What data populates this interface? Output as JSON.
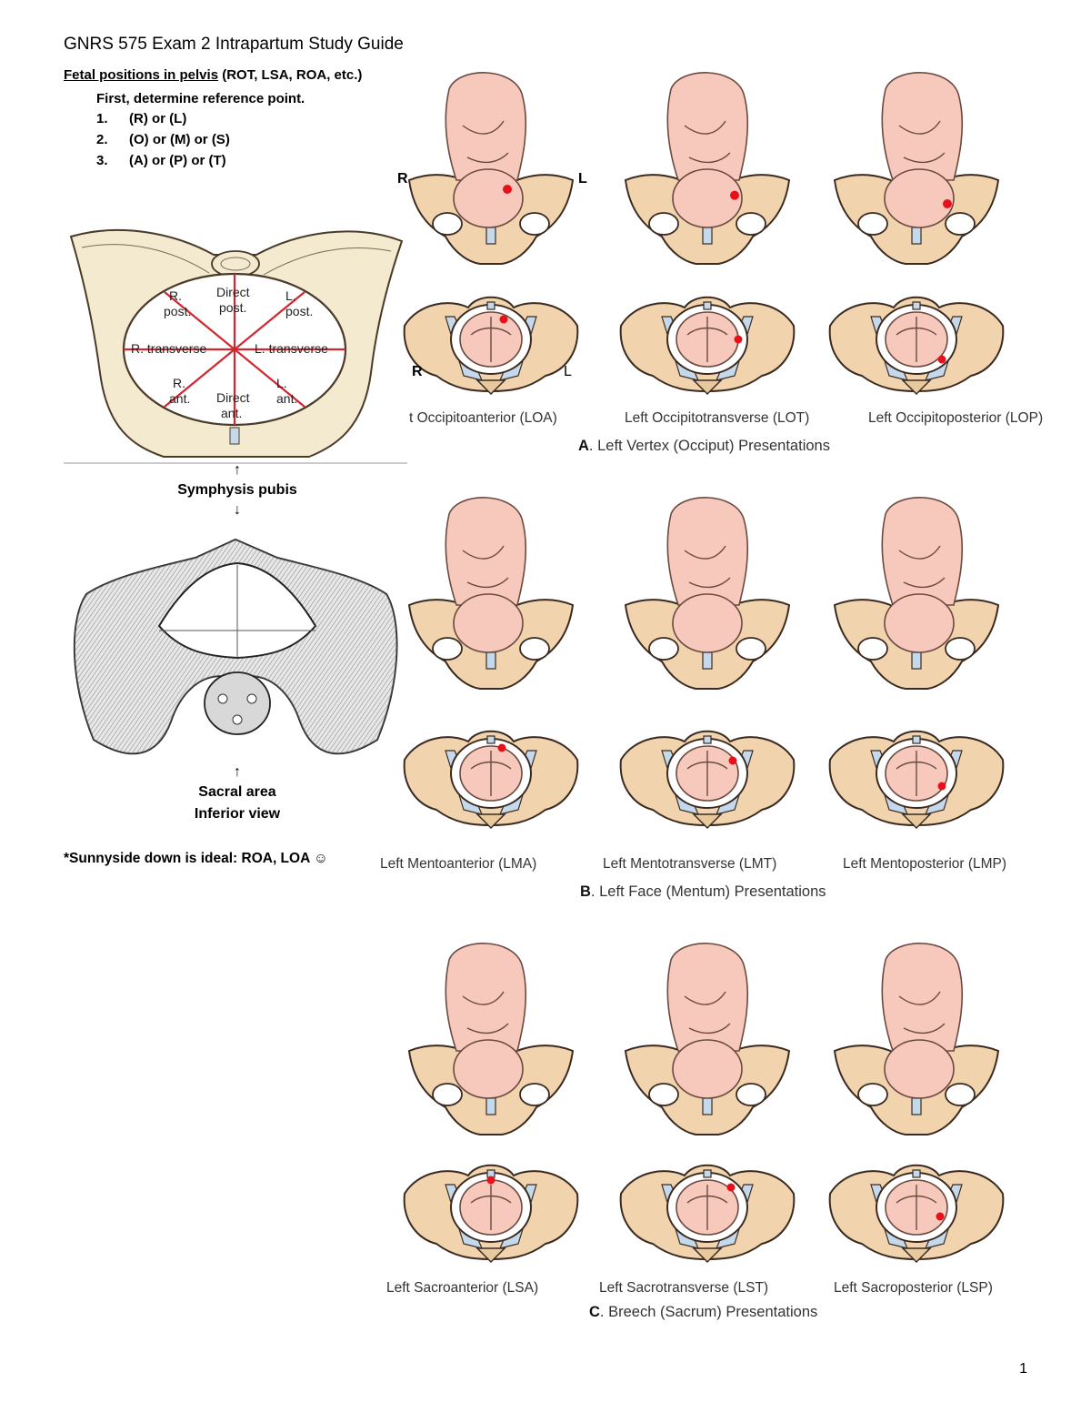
{
  "header": {
    "title": "GNRS 575 Exam 2 Intrapartum Study Guide"
  },
  "intro": {
    "heading_underlined": "Fetal positions in pelvis",
    "heading_rest": " (ROT, LSA, ROA, etc.)",
    "step": "First, determine reference point.",
    "items": [
      {
        "num": "1.",
        "text": "(R) or (L)"
      },
      {
        "num": "2.",
        "text": "(O) or (M) or (S)"
      },
      {
        "num": "3.",
        "text": "(A) or (P) or (T)"
      }
    ]
  },
  "pelvis_diagram": {
    "labels": {
      "r_post": [
        "R.",
        "post."
      ],
      "direct_post": [
        "Direct",
        "post."
      ],
      "l_post": [
        "L.",
        "post."
      ],
      "r_transverse": "R. transverse",
      "l_transverse": "L. transverse",
      "r_ant": [
        "R.",
        "ant."
      ],
      "direct_ant": [
        "Direct",
        "ant."
      ],
      "l_ant": [
        "L.",
        "ant."
      ]
    },
    "up_arrow": "↑",
    "symphysis_label": "Symphysis pubis",
    "down_arrow": "↓"
  },
  "inferior_view": {
    "up_arrow": "↑",
    "sacral_label": "Sacral area",
    "inferior_label": "Inferior view"
  },
  "note": "*Sunnyside down is ideal: ROA, LOA ☺",
  "side_labels": {
    "r_top": "R",
    "l_top": "L",
    "r_bottom": "R",
    "l_bottom": "L"
  },
  "sections": [
    {
      "title_letter": "A",
      "title_rest": ". Left Vertex (Occiput) Presentations",
      "positions": [
        "t Occipitoanterior (LOA)",
        "Left Occipitotransverse (LOT)",
        "Left Occipitoposterior (LOP)"
      ]
    },
    {
      "title_letter": "B",
      "title_rest": ". Left Face (Mentum) Presentations",
      "positions": [
        "Left Mentoanterior (LMA)",
        "Left Mentotransverse (LMT)",
        "Left Mentoposterior (LMP)"
      ]
    },
    {
      "title_letter": "C",
      "title_rest": ". Breech (Sacrum) Presentations",
      "positions": [
        "Left Sacroanterior (LSA)",
        "Left Sacrotransverse (LST)",
        "Left Sacroposterior (LSP)"
      ]
    }
  ],
  "page_number": "1"
}
